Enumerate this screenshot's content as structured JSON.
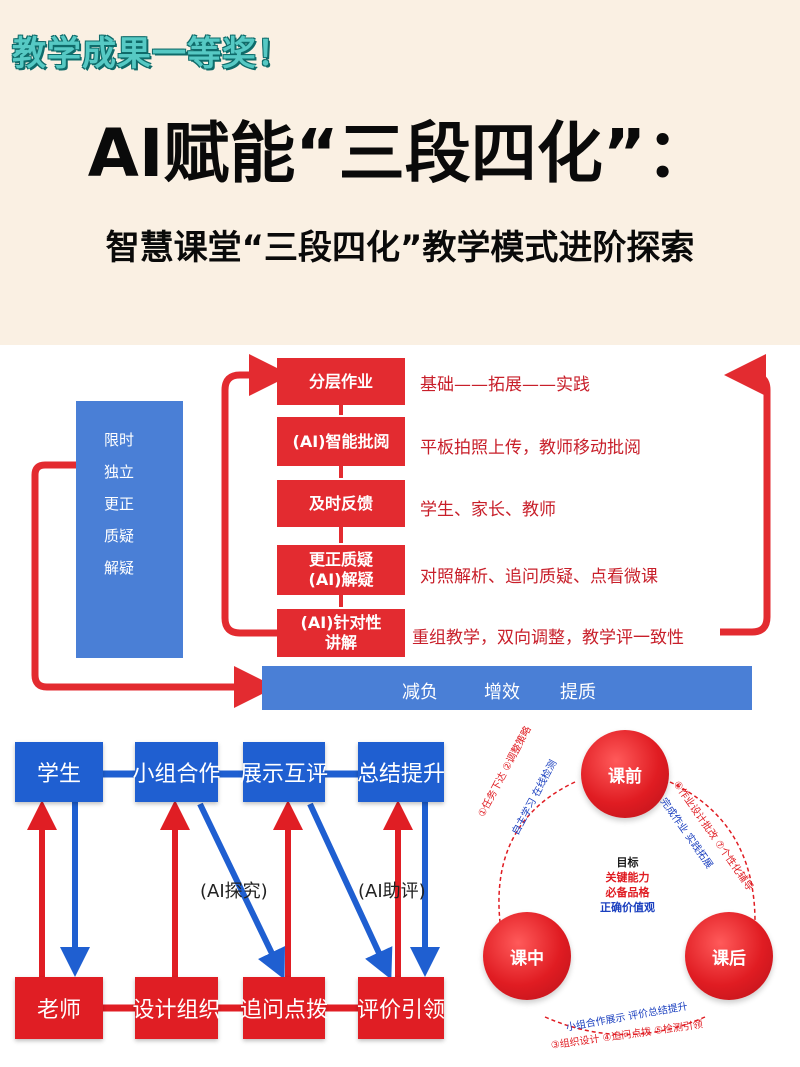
{
  "header": {
    "badge": "教学成果一等奖！",
    "title": "AI赋能“三段四化”：",
    "subtitle": "智慧课堂“三段四化”教学模式进阶探索"
  },
  "diagram1": {
    "left_panel": [
      "限时",
      "独立",
      "更正",
      "质疑",
      "解疑"
    ],
    "steps": [
      {
        "label": "分层作业",
        "desc": "基础——拓展——实践"
      },
      {
        "label": "(AI)智能批阅",
        "desc": "平板拍照上传，教师移动批阅"
      },
      {
        "label": "及时反馈",
        "desc": "学生、家长、教师"
      },
      {
        "label_line1": "更正质疑",
        "label_line2": "(AI)解疑",
        "desc": "对照解析、追问质疑、点看微课"
      },
      {
        "label_line1": "(AI)针对性",
        "label_line2": "讲解",
        "desc": "重组教学，双向调整，教学评一致性"
      }
    ],
    "bottom_bar": [
      "减负",
      "增效",
      "提质"
    ]
  },
  "diagram2": {
    "top": [
      "学生",
      "小组合作",
      "展示互评",
      "总结提升"
    ],
    "bottom": [
      "老师",
      "设计组织",
      "追问点拨",
      "评价引领"
    ],
    "tags": [
      "(AI探究)",
      "(AI助评)"
    ]
  },
  "diagram3": {
    "circles": [
      "课前",
      "课中",
      "课后"
    ],
    "center": {
      "title": "目标",
      "lines": [
        "关键能力",
        "必备品格",
        "正确价值观"
      ]
    },
    "left_arc": {
      "red": "①任务下达 ②调整策略",
      "blue": "自主学习 在线检测"
    },
    "right_arc": {
      "red": "⑥作业设计批改 ⑦个性化辅导",
      "blue": "完成作业 实践拓展"
    },
    "bottom_arc": {
      "blue": "小组合作展示 评价总结提升",
      "red": "③组织设计 ④追问点拨 ⑤检测引领"
    }
  },
  "colors": {
    "red": "#e32b30",
    "blue": "#4a7fd6",
    "dark_blue": "#1f5fd1",
    "teal": "#56c9c4",
    "cream": "#faf0e3"
  }
}
